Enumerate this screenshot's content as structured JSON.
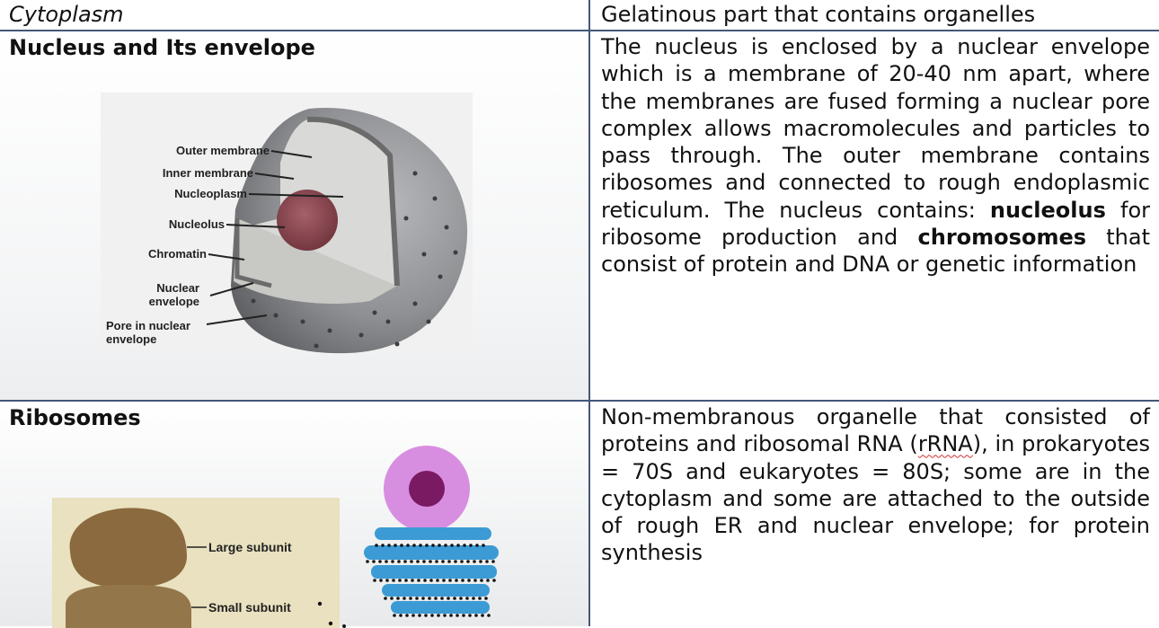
{
  "rows": [
    {
      "term": "Cytoplasm",
      "description": "Gelatinous part that contains organelles"
    },
    {
      "term": "Nucleus and Its envelope",
      "description_parts": [
        "The nucleus is enclosed by a nuclear envelope which is a membrane of 20-40 nm apart, where the membranes are fused forming a nuclear pore complex allows macromolecules and particles to pass through. The outer membrane contains ribosomes and connected to rough endoplasmic reticulum. The nucleus contains: ",
        "nucleolus",
        " for ribosome production and ",
        "chromosomes",
        " that consist of protein and DNA or genetic information"
      ],
      "diagram_labels": {
        "outer_membrane": "Outer membrane",
        "inner_membrane": "Inner membrane",
        "nucleoplasm": "Nucleoplasm",
        "nucleolus": "Nucleolus",
        "chromatin": "Chromatin",
        "nuclear_envelope_1": "Nuclear",
        "nuclear_envelope_2": "envelope",
        "pore_1": "Pore in nuclear",
        "pore_2": "envelope"
      }
    },
    {
      "term": "Ribosomes",
      "description_parts": [
        "Non-membranous organelle that consisted of proteins and ribosomal RNA (",
        "rRNA",
        "), in prokaryotes = 70S and eukaryotes = 80S; some are in the cytoplasm and some are attached to the outside of rough ER and nuclear envelope; for protein synthesis"
      ],
      "diagram_labels": {
        "large_subunit": "Large subunit",
        "small_subunit": "Small subunit"
      }
    }
  ],
  "colors": {
    "grid_line": "#43577a",
    "nucleolus": "#8a4a50",
    "nucleus_shell": "#8e9093",
    "ribosome": "#8a6a3e",
    "cell_body": "#d88ee0",
    "cell_nucleus": "#7a1a62",
    "er": "#3c9bd4"
  }
}
